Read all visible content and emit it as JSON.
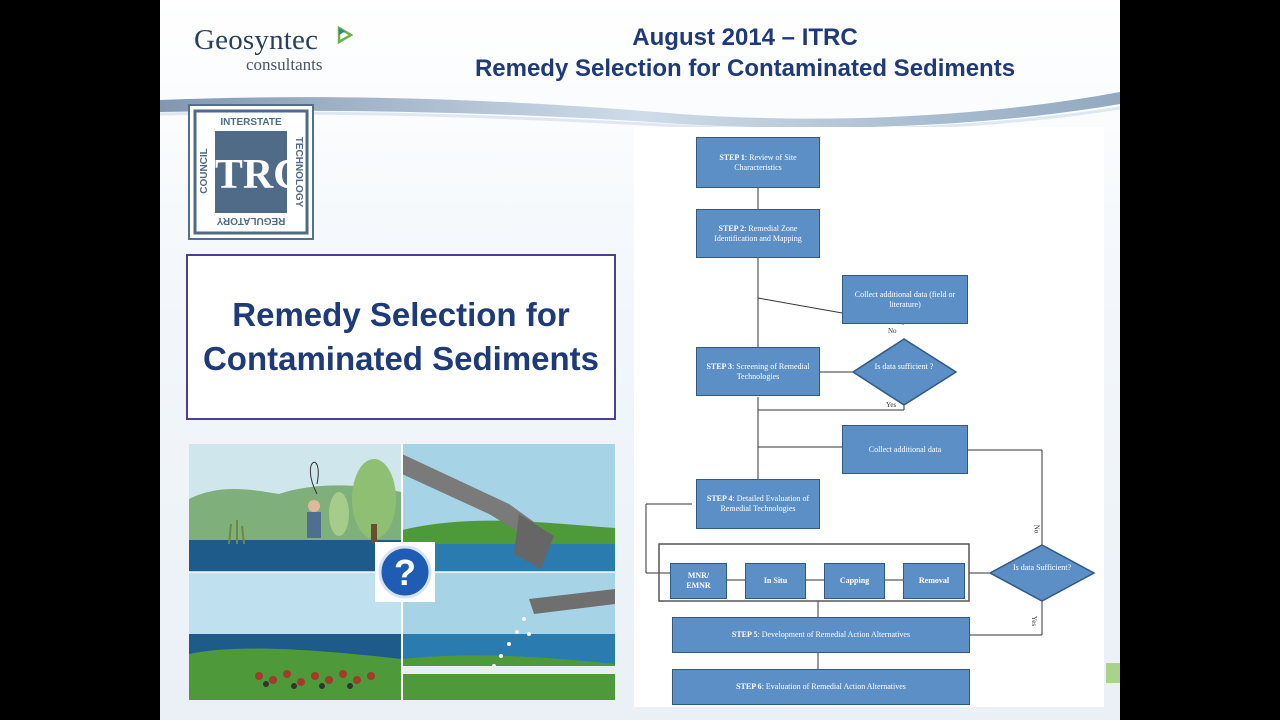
{
  "logo": {
    "name": "Geosyntec",
    "sub": "consultants"
  },
  "header": {
    "line1": "August 2014 – ITRC",
    "line2": "Remedy Selection for Contaminated Sediments"
  },
  "itrc_logo": {
    "acronym": "ITRC",
    "top": "INTERSTATE",
    "right": "TECHNOLOGY",
    "bottom": "REGULATORY",
    "left": "COUNCIL"
  },
  "title_box": {
    "text": "Remedy Selection for Contaminated Sediments"
  },
  "illustration": {
    "question": "?"
  },
  "flowchart": {
    "step1": {
      "label": "STEP 1",
      "text": ": Review of Site Characteristics"
    },
    "step2": {
      "label": "STEP 2",
      "text": ": Remedial Zone Identification and Mapping"
    },
    "collect1": "Collect additional data (field or literature)",
    "step3": {
      "label": "STEP 3",
      "text": ": Screening of Remedial Technologies"
    },
    "decision1": "Is data sufficient ?",
    "collect2": "Collect additional data",
    "step4": {
      "label": "STEP 4",
      "text": ": Detailed Evaluation of Remedial Technologies"
    },
    "tech": [
      "MNR/ EMNR",
      "In Situ",
      "Capping",
      "Removal"
    ],
    "decision2": "Is data Sufficient?",
    "step5": {
      "label": "STEP 5",
      "text": ": Development of Remedial Action Alternatives"
    },
    "step6": {
      "label": "STEP 6",
      "text": ": Evaluation of Remedial Action Alternatives"
    },
    "labels": {
      "no": "No",
      "yes": "Yes"
    }
  },
  "colors": {
    "title_blue": "#1e3a78",
    "box_blue": "#5c8fc6",
    "box_border": "#2f5a85"
  }
}
